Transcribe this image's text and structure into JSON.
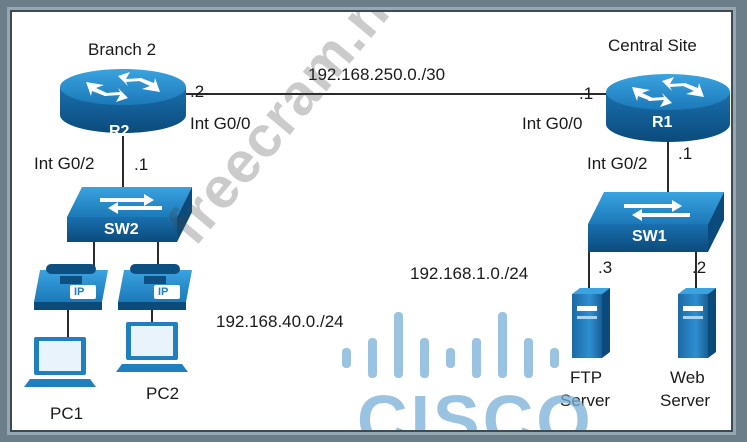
{
  "sites": {
    "branch": "Branch 2",
    "central": "Central Site"
  },
  "wan": {
    "network": "192.168.250.0./30",
    "r2_host": ".2",
    "r1_host": ".1",
    "r2_intf": "Int G0/0",
    "r1_intf": "Int G0/0"
  },
  "branch_lan": {
    "router": "R2",
    "switch": "SW2",
    "intf": "Int G0/2",
    "host": ".1",
    "network": "192.168.40.0./24",
    "pc1": "PC1",
    "pc2": "PC2",
    "phone_label": "IP"
  },
  "central_lan": {
    "router": "R1",
    "switch": "SW1",
    "intf": "Int G0/2",
    "host": ".1",
    "network": "192.168.1.0./24",
    "ftp_host": ".3",
    "web_host": ".2",
    "ftp_line1": "FTP",
    "ftp_line2": "Server",
    "web_line1": "Web",
    "web_line2": "Server"
  },
  "watermark": "freecram.net",
  "logo": "CISCO",
  "colors": {
    "device_blue": "#1f7fbf",
    "device_dark": "#0c4f80",
    "line": "#2a2a2a"
  }
}
